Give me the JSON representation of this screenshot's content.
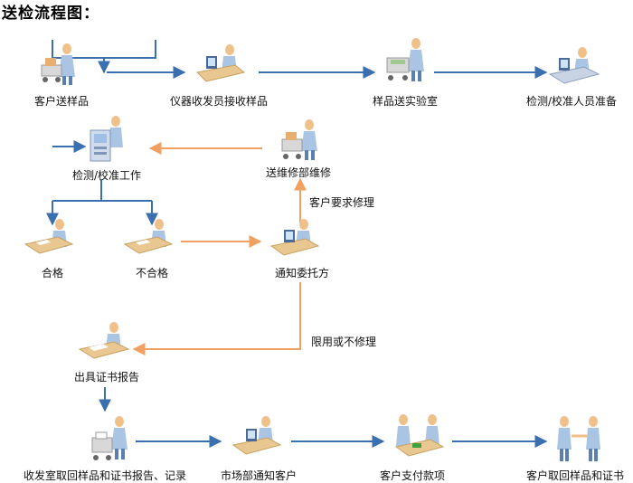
{
  "title": "送检流程图：",
  "nodes": {
    "n1": "客户送样品",
    "n2": "仪器收发员接收样品",
    "n3": "样品送实验室",
    "n4": "检测/校准人员准备",
    "n5": "检测/校准工作",
    "n6": "送维修部维修",
    "n7": "合格",
    "n8": "不合格",
    "n9": "通知委托方",
    "n10": "出具证书报告",
    "n11": "收发室取回样品和证书报告、记录",
    "n12": "市场部通知客户",
    "n13": "客户支付款项",
    "n14": "客户取回样品和证书"
  },
  "edge_labels": {
    "repair_request": "客户要求修理",
    "limited_use": "限用或不修理"
  },
  "colors": {
    "process_flow": "#3a6fb0",
    "exception_flow": "#f0a060"
  },
  "icons": {
    "n1": "person-with-cart-icon",
    "n2": "person-at-computer-icon",
    "n3": "person-with-cart-icon",
    "n4": "person-at-computer-icon",
    "n5": "person-at-machine-icon",
    "n6": "person-with-cart-icon",
    "n7": "person-at-desk-icon",
    "n8": "person-at-desk-icon",
    "n9": "person-at-computer-icon",
    "n10": "person-at-desk-icon",
    "n11": "person-with-cart-icon",
    "n12": "person-at-computer-icon",
    "n13": "two-people-at-table-icon",
    "n14": "two-people-handshake-icon"
  }
}
